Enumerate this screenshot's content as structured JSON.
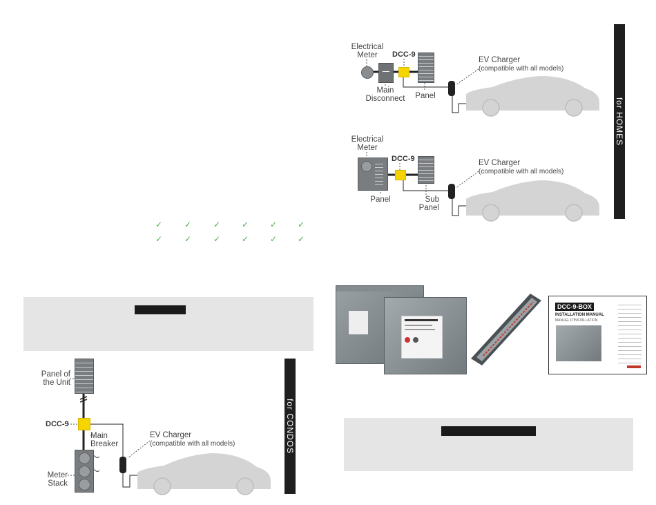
{
  "homes": {
    "side_label": "for HOMES",
    "diagram1": {
      "meter_label": "Electrical\nMeter",
      "dcc_label": "DCC-9",
      "disconnect_label": "Main\nDisconnect",
      "panel_label": "Panel",
      "charger_label": "EV Charger",
      "charger_note": "(compatible with all models)"
    },
    "diagram2": {
      "meter_label": "Electrical\nMeter",
      "dcc_label": "DCC-9",
      "panel_label": "Panel",
      "sub_panel_label": "Sub\nPanel",
      "charger_label": "EV Charger",
      "charger_note": "(compatible with all models)"
    }
  },
  "checks": {
    "rows": [
      [
        "✓",
        "✓",
        "✓",
        "✓",
        "✓",
        "✓"
      ],
      [
        "✓",
        "✓",
        "✓",
        "✓",
        "✓",
        "✓"
      ]
    ],
    "color": "#4caf50"
  },
  "condos": {
    "side_label": "for CONDOS",
    "panel_label": "Panel of\nthe Unit",
    "dcc_label": "DCC-9",
    "breaker_label": "Main\nBreaker",
    "meter_label": "Meter\nStack",
    "charger_label": "EV Charger",
    "charger_note": "(compatible with all models)"
  },
  "manual": {
    "title": "DCC-9-BOX",
    "heading": "INSTALLATION MANUAL",
    "subheading": "MANUEL D'INSTALLATION"
  },
  "colors": {
    "accent_yellow": "#f5d400",
    "bar_dark": "#1f1f1f",
    "panel_gray": "#7a7d80",
    "car_gray": "#d4d4d4",
    "box_gray": "#e5e5e5"
  }
}
